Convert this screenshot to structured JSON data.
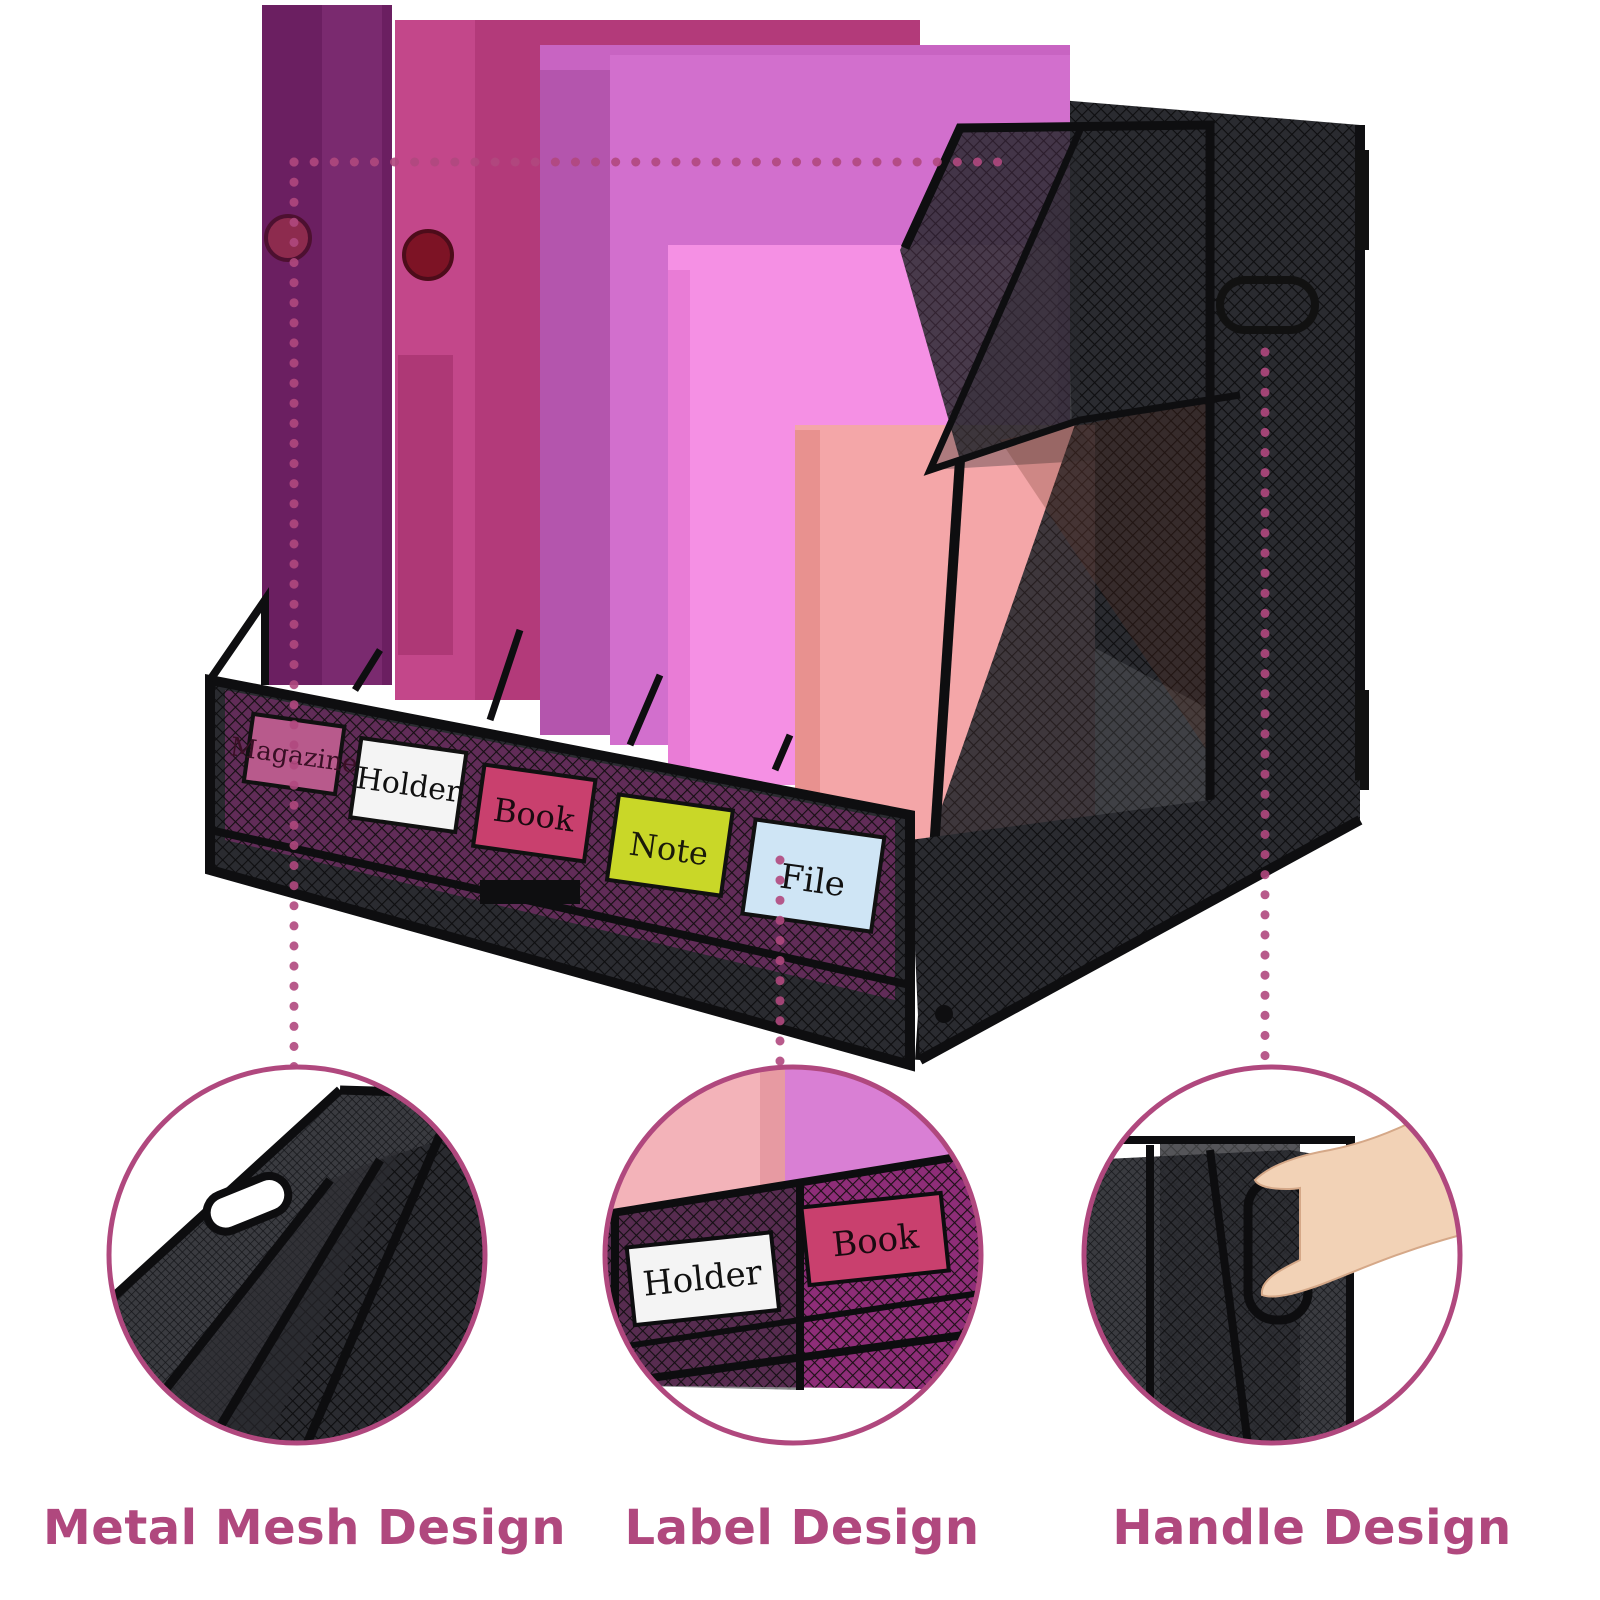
{
  "colors": {
    "accent": "#b0487e",
    "mesh": "#1e1f22"
  },
  "product": {
    "labels": [
      "Magazine",
      "Holder",
      "Book",
      "Note",
      "File"
    ]
  },
  "details": [
    {
      "caption": "Metal Mesh Design",
      "icon": "mesh-closeup"
    },
    {
      "caption": "Label Design",
      "labels": [
        "Holder",
        "Book"
      ],
      "icon": "label-closeup"
    },
    {
      "caption": "Handle Design",
      "icon": "hand-handle-closeup"
    }
  ]
}
